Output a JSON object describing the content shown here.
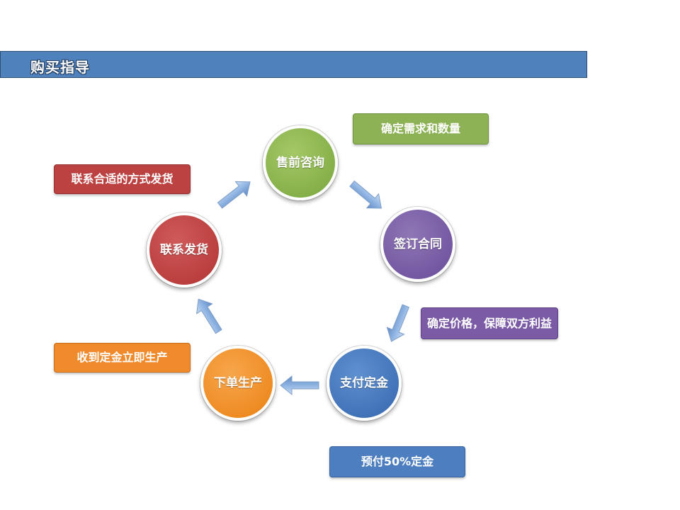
{
  "header": {
    "title": "购买指导"
  },
  "colors": {
    "header": "#4f81bd",
    "green": "#86b04a",
    "purple": "#7458a2",
    "blue": "#4273b9",
    "orange": "#ef8c24",
    "red": "#bb3f3f",
    "arrow": "#8fb4e3"
  },
  "cycle": {
    "steps": [
      {
        "label": "售前咨询",
        "note": "确定需求和数量"
      },
      {
        "label": "签订合同",
        "note": "确定价格，保障双方利益"
      },
      {
        "label": "支付定金",
        "note": "预付50%定金"
      },
      {
        "label": "下单生产",
        "note": "收到定金立即生产"
      },
      {
        "label": "联系发货",
        "note": "联系合适的方式发货"
      }
    ]
  }
}
